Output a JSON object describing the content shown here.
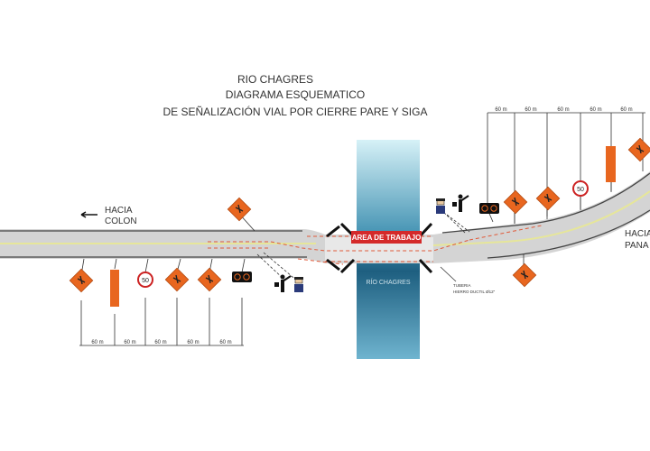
{
  "title": {
    "line1": "RIO CHAGRES",
    "line2": "DIAGRAMA ESQUEMATICO",
    "line3": "DE SEÑALIZACIÓN VIAL POR CIERRE PARE Y SIGA"
  },
  "directions": {
    "left_line1": "HACIA",
    "left_line2": "COLON",
    "right_line1": "HACIA",
    "right_line2": "PANA"
  },
  "work_area_label": "AREA DE TRABAJO",
  "river_label": "RÍO CHAGRES",
  "pipe_label_line1": "TUBERIA",
  "pipe_label_line2": "HIERRO DUCTIL Ø12\"",
  "bottom_distances": [
    "60 m",
    "60 m",
    "60 m",
    "60 m",
    "60 m"
  ],
  "top_distances": [
    "60 m",
    "60 m",
    "60 m",
    "60 m",
    "60 m"
  ],
  "colors": {
    "sign_orange": "#e8661f",
    "road": "#d4d4d4",
    "river_top": "#cfeef5",
    "river_bottom": "#1b5d7e",
    "work_red": "#d42a2a"
  }
}
